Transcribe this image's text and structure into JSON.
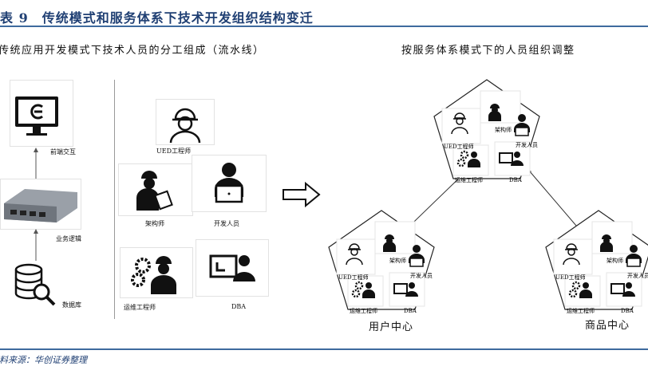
{
  "title": "表 9　传统模式和服务体系下技术开发组织结构变迁",
  "left": {
    "subtitle": "传统应用开发模式下技术人员的分工组成（流水线）",
    "layers": [
      "前端交互",
      "业务逻辑",
      "数据库"
    ],
    "roles": [
      "UED工程师",
      "架构师",
      "开发人员",
      "运维工程师",
      "DBA"
    ]
  },
  "right": {
    "subtitle": "按服务体系模式下的人员组织调整",
    "roles": [
      "UED工程师",
      "架构师",
      "开发人员",
      "运维工程师",
      "DBA"
    ],
    "centers": [
      "用户中心",
      "商品中心"
    ]
  },
  "footer": "资料来源：华创证券整理",
  "colors": {
    "title": "#1f3f73",
    "rule": "#3e6a9e"
  }
}
